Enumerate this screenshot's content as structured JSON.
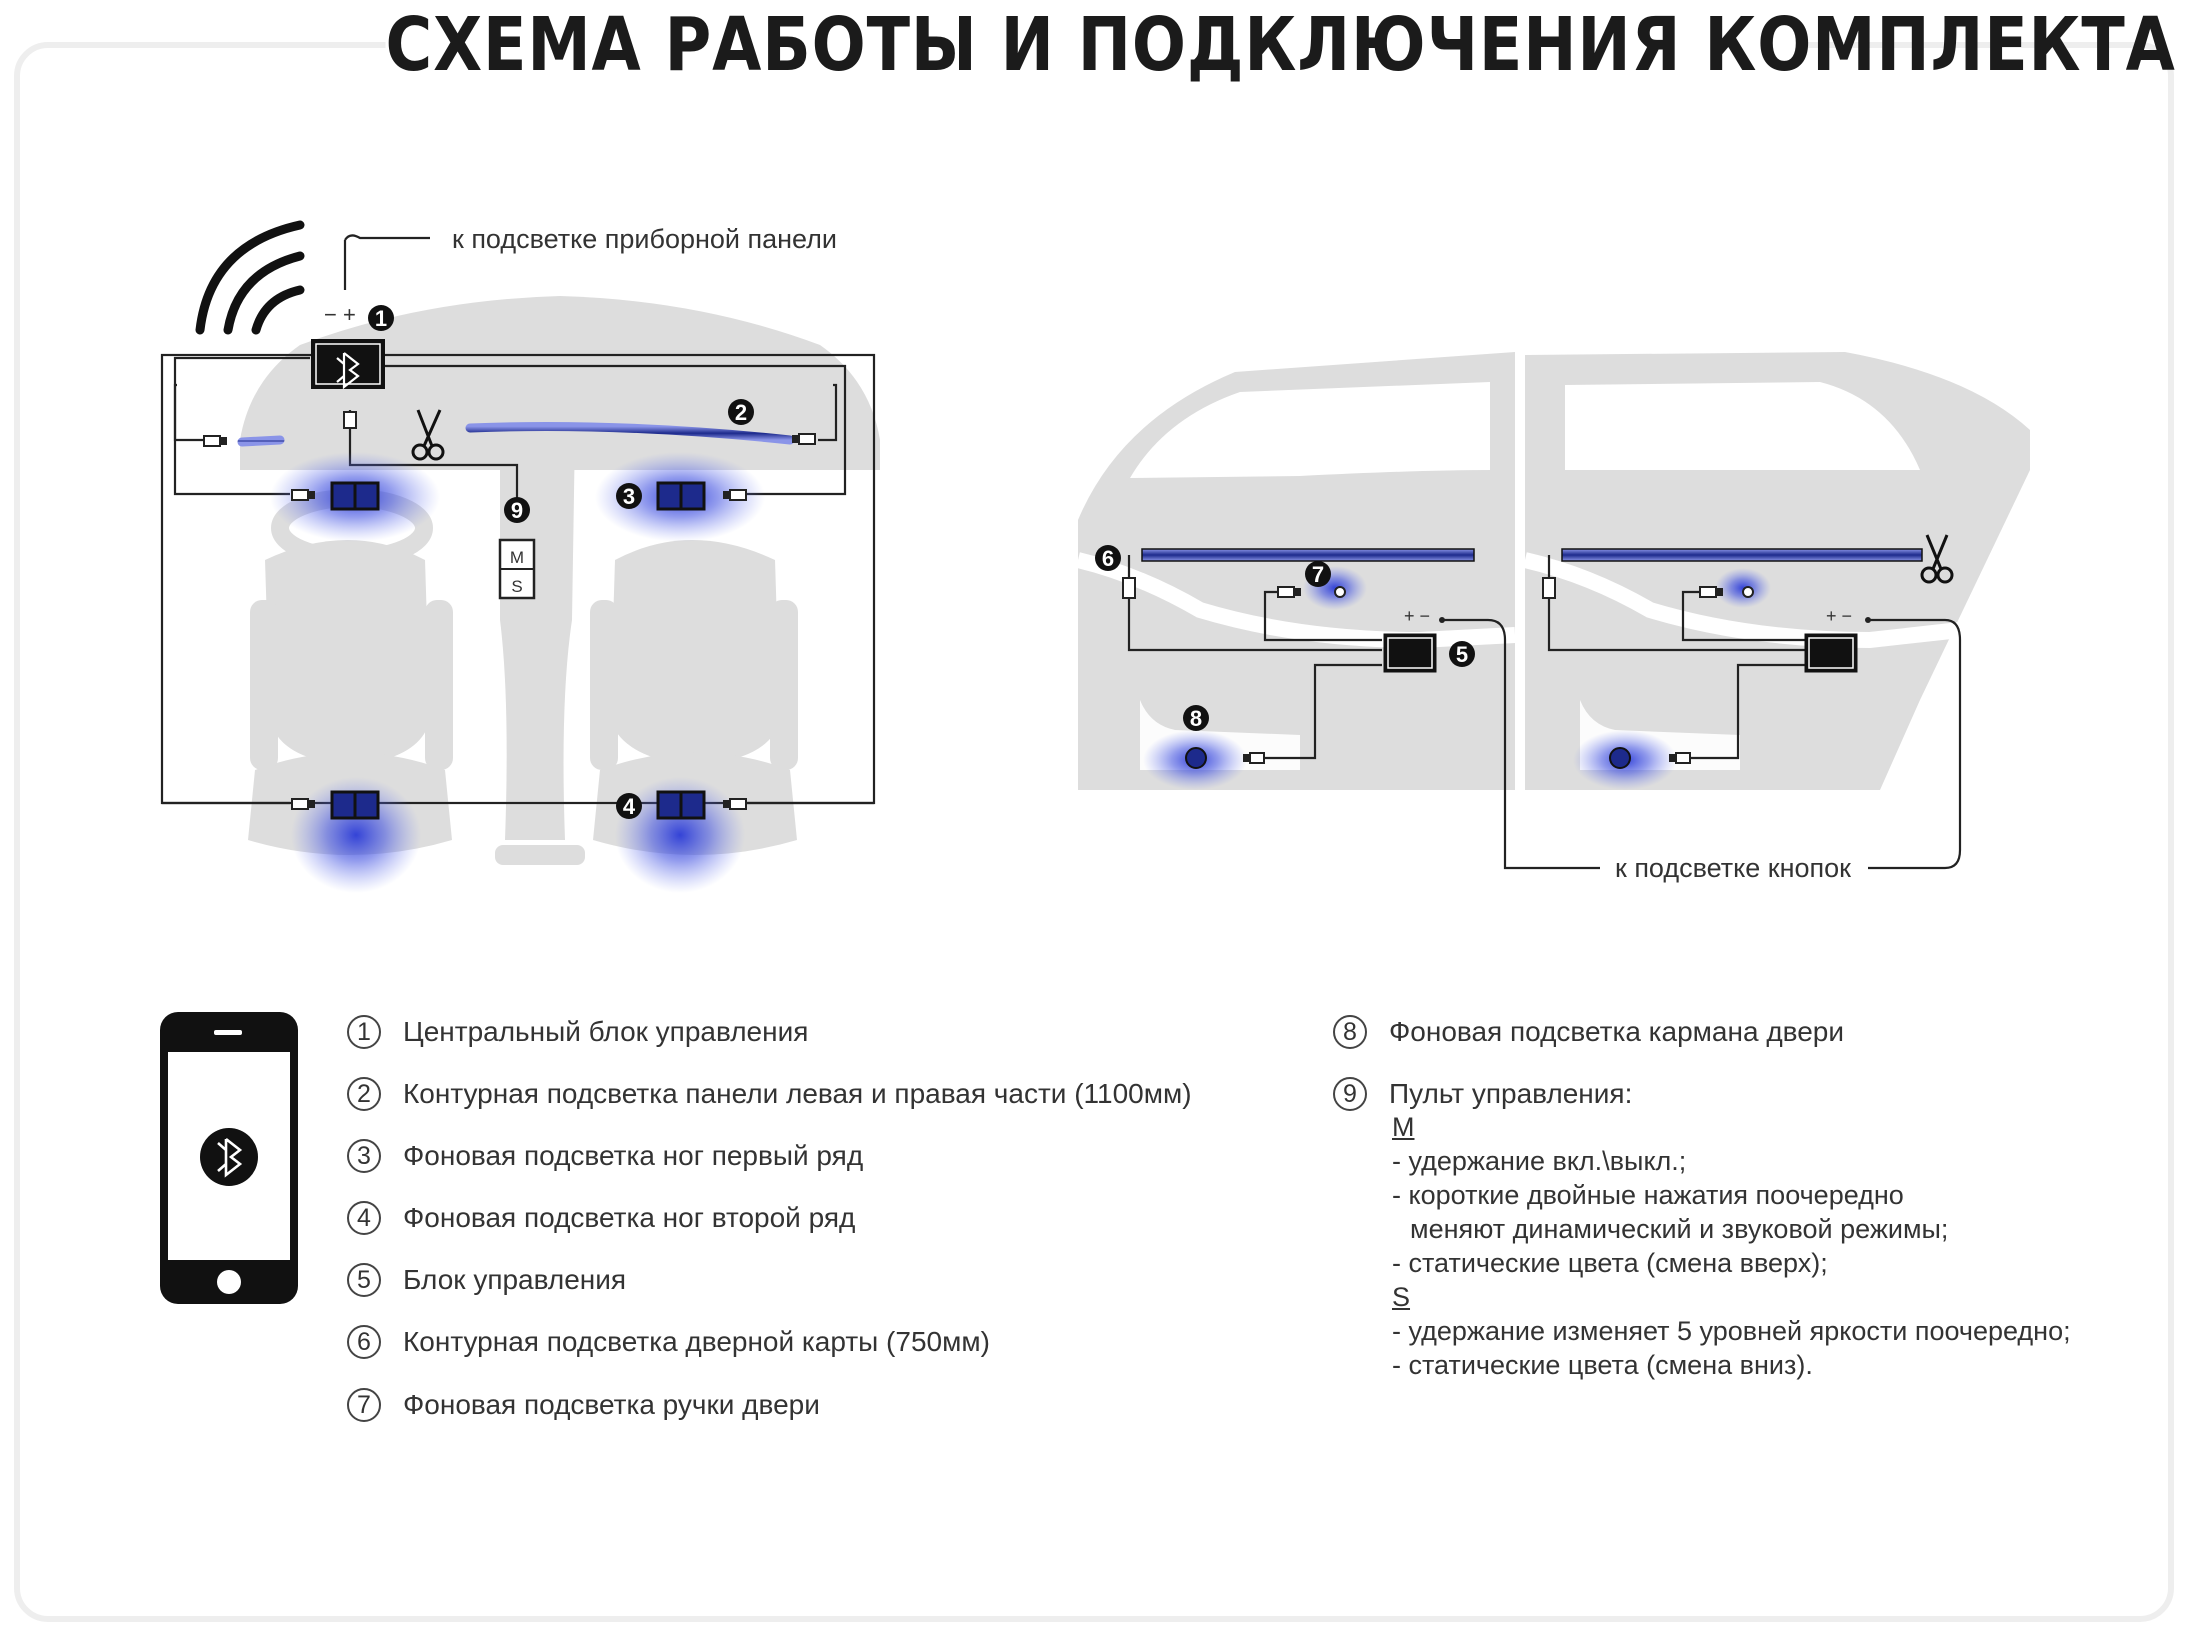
{
  "title": "СХЕМА РАБОТЫ И ПОДКЛЮЧЕНИЯ КОМПЛЕКТА",
  "annotations": {
    "dash_panel": "к подсветке приборной панели",
    "buttons": "к подсветке кнопок"
  },
  "markers": {
    "m1": "1",
    "m2": "2",
    "m3": "3",
    "m4": "4",
    "m5": "5",
    "m6": "6",
    "m7": "7",
    "m8": "8",
    "m9": "9",
    "remote_m": "M",
    "remote_s": "S",
    "polarity_1": "− +",
    "polarity_5": "+ −"
  },
  "colors": {
    "glow": "#2b3bd6",
    "strip": "#1d2a8c",
    "car_gray": "#dddddd",
    "line": "#222222"
  },
  "legend": {
    "item1": {
      "num": "1",
      "text": "Центральный блок управления"
    },
    "item2": {
      "num": "2",
      "text": "Контурная подсветка  панели левая и правая части (1100мм)"
    },
    "item3": {
      "num": "3",
      "text": "Фоновая подсветка ног первый ряд"
    },
    "item4": {
      "num": "4",
      "text": "Фоновая подсветка ног второй ряд"
    },
    "item5": {
      "num": "5",
      "text": "Блок  управления"
    },
    "item6": {
      "num": "6",
      "text": "Контурная подсветка  дверной карты (750мм)"
    },
    "item7": {
      "num": "7",
      "text": "Фоновая подсветка ручки двери"
    },
    "item8": {
      "num": "8",
      "text": "Фоновая подсветка кармана двери"
    },
    "item9": {
      "num": "9",
      "text": "Пульт управления:"
    }
  },
  "remote": {
    "m_label": "M",
    "m_line1": "- удержание вкл.\\выкл.;",
    "m_line2": "- короткие двойные нажатия поочередно",
    "m_line3": "меняют динамический и звуковой режимы;",
    "m_line4": "- статические цвета (смена вверх);",
    "s_label": "S",
    "s_line1": "- удержание изменяет 5 уровней яркости поочередно;",
    "s_line2": "- статические цвета (смена вниз)."
  },
  "icons": {
    "wifi": "wifi-signal-icon",
    "bluetooth": "bluetooth-icon",
    "scissors": "scissors-icon",
    "phone": "smartphone-icon"
  }
}
